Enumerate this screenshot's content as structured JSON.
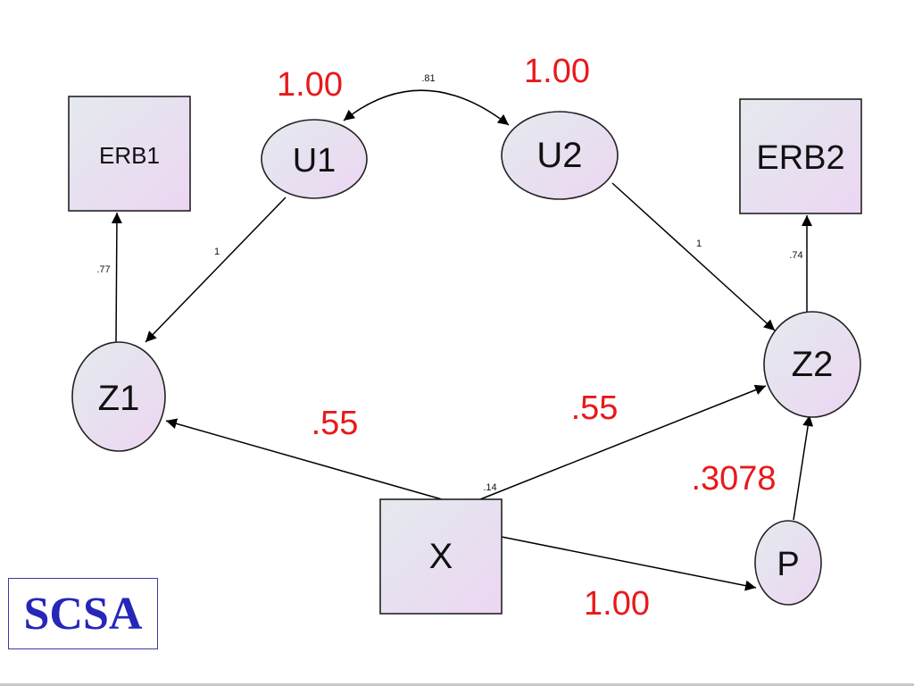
{
  "nodes": {
    "erb1": "ERB1",
    "erb2": "ERB2",
    "u1": "U1",
    "u2": "U2",
    "z1": "Z1",
    "z2": "Z2",
    "x": "X",
    "p": "P"
  },
  "labels": {
    "u1_variance": "1.00",
    "u2_variance": "1.00",
    "u1_u2_covariance": ".81",
    "u1_z1": "1",
    "u2_z2": "1",
    "z1_erb1": ".77",
    "z2_erb2": ".74",
    "x_z1": ".55",
    "x_z2": ".55",
    "x_small": ".14",
    "p_z2": ".3078",
    "x_p": "1.00"
  },
  "logo_text": "SCSA",
  "colors": {
    "red_label": "#e8191b",
    "node_fill_start": "#e4eaee",
    "node_fill_end": "#ecd6f2",
    "logo": "#2626b8"
  }
}
